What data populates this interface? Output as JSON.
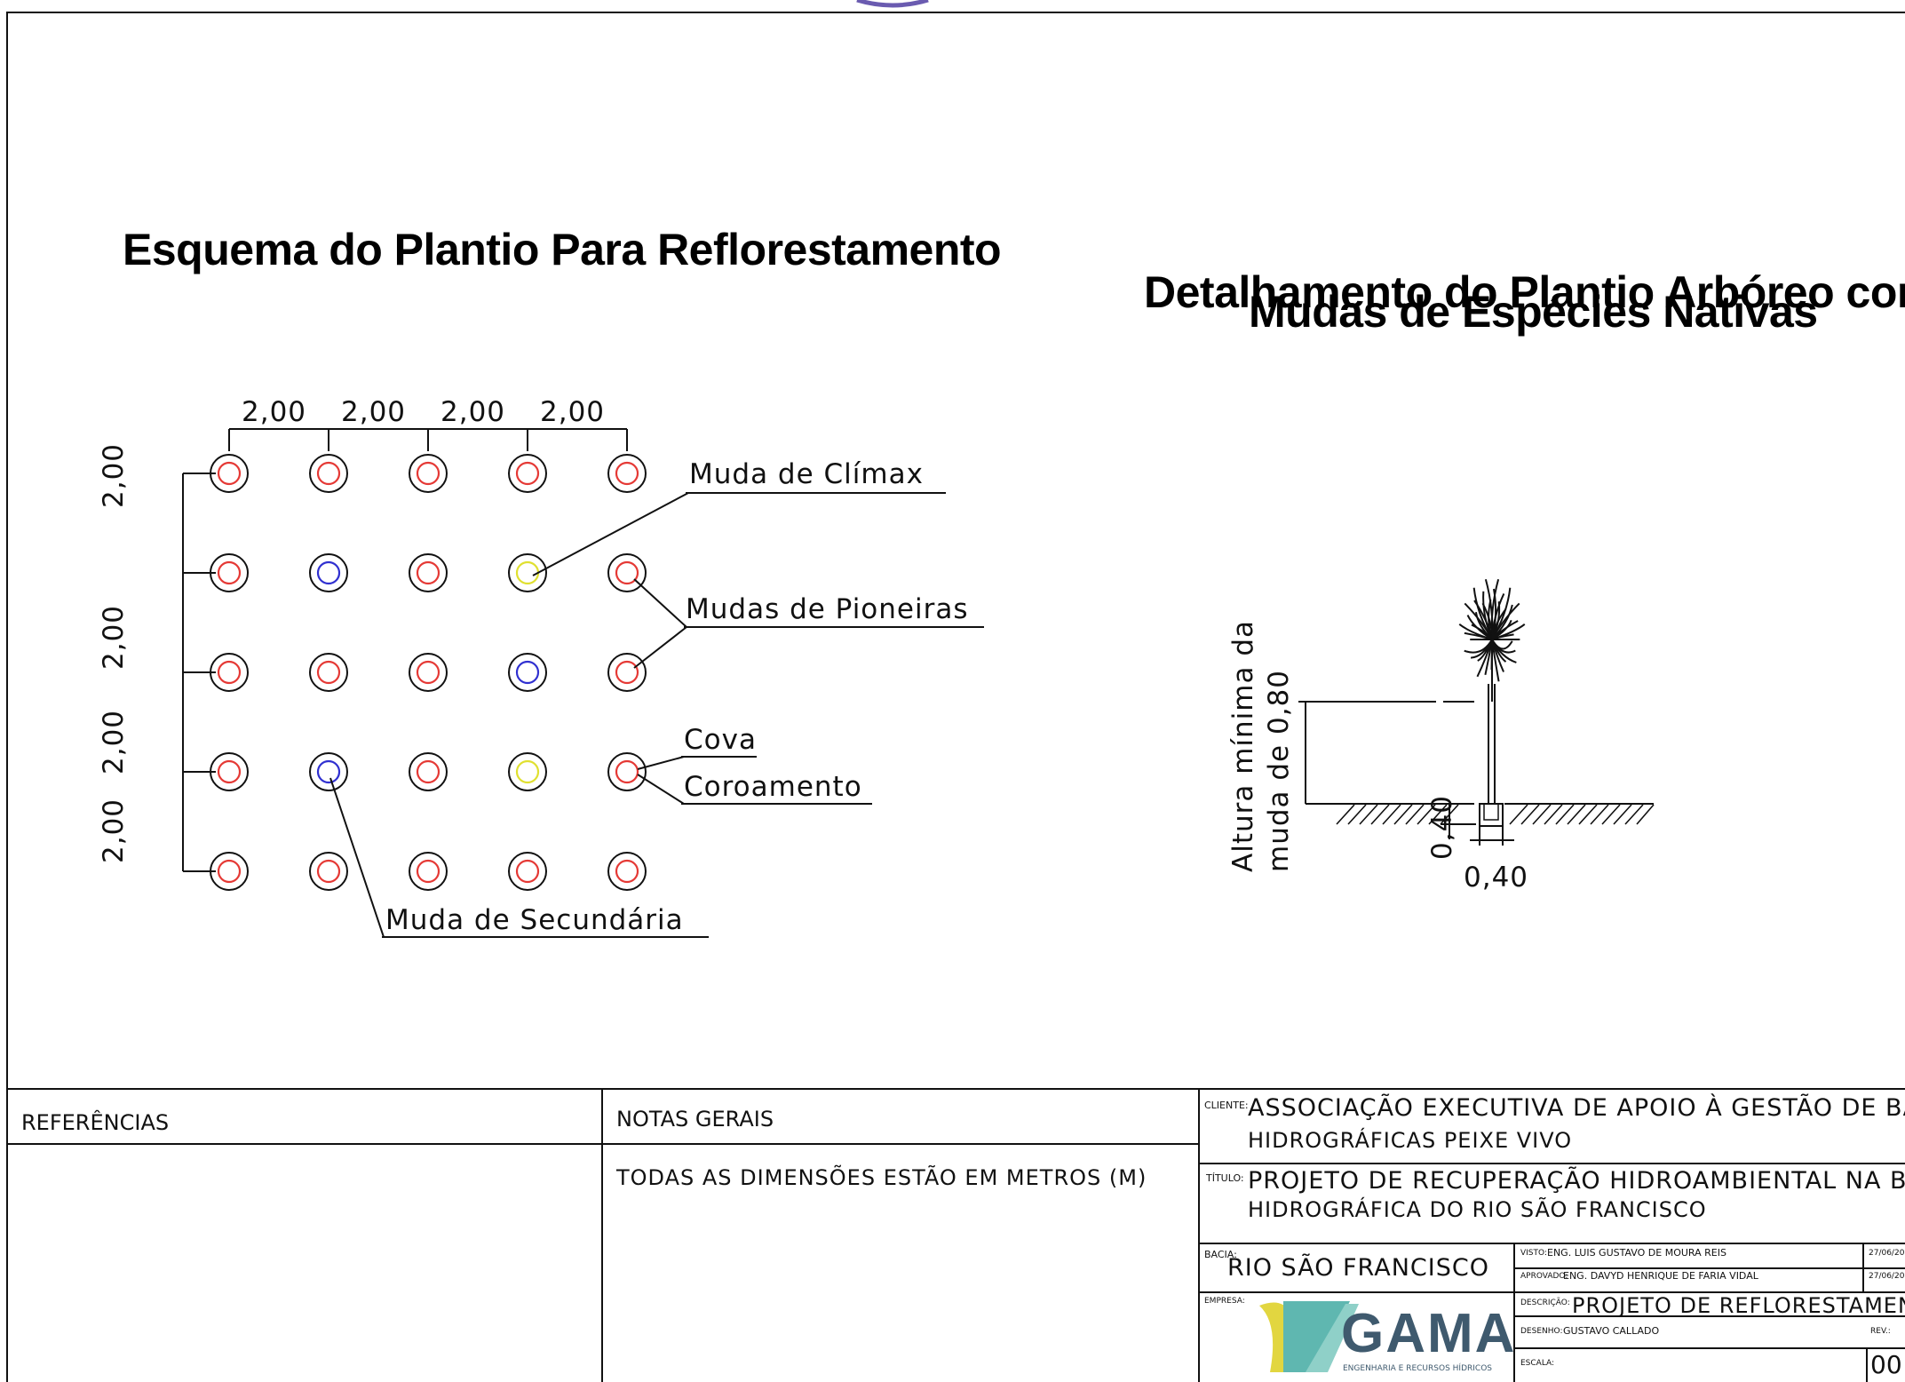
{
  "left_diagram": {
    "title": "Esquema do Plantio Para Reflorestamento",
    "horizontal_spacings": [
      "2,00",
      "2,00",
      "2,00",
      "2,00"
    ],
    "vertical_spacings": [
      "2,00",
      "2,00",
      "2,00",
      "2,00"
    ],
    "grid": [
      [
        "climax",
        "climax",
        "climax",
        "climax",
        "climax"
      ],
      [
        "climax",
        "secundaria",
        "climax",
        "pioneira",
        "climax"
      ],
      [
        "climax",
        "climax",
        "climax",
        "secundaria",
        "climax"
      ],
      [
        "climax",
        "secundaria",
        "climax",
        "pioneira",
        "climax"
      ],
      [
        "climax",
        "climax",
        "climax",
        "climax",
        "climax"
      ]
    ],
    "colors": {
      "climax": "#e53935",
      "secundaria": "#3030d0",
      "pioneira": "#e0e030",
      "outer_ring": "#111111"
    },
    "labels": {
      "climax": "Muda de Clímax",
      "pioneiras": "Mudas de Pioneiras",
      "cova": "Cova",
      "coroamento": "Coroamento",
      "secundaria": "Muda de Secundária"
    }
  },
  "right_diagram": {
    "title_line1": "Detalhamento do Plantio Arbóreo com",
    "title_line2": "Mudas de Espécies Nativas",
    "height_label_line1": "Altura mínima da",
    "height_label_line2": "muda de 0,80",
    "pit_depth": "0,40",
    "pit_width": "0,40"
  },
  "title_block": {
    "referencias_label": "REFERÊNCIAS",
    "notas_label": "NOTAS GERAIS",
    "notas_text": "TODAS AS DIMENSÕES ESTÃO EM METROS (M)",
    "cliente_label": "CLIENTE:",
    "cliente_line1": "ASSOCIAÇÃO EXECUTIVA DE APOIO À GESTÃO DE BACIAS",
    "cliente_line2": "HIDROGRÁFICAS PEIXE VIVO",
    "titulo_label": "TÍTULO:",
    "titulo_line1": "PROJETO DE RECUPERAÇÃO HIDROAMBIENTAL NA BACIA",
    "titulo_line2": "HIDROGRÁFICA DO RIO SÃO FRANCISCO",
    "bacia_label": "BACIA:",
    "bacia_value": "RIO SÃO FRANCISCO",
    "visto_label": "VISTO:",
    "visto_value": "ENG. LUIS GUSTAVO DE MOURA REIS",
    "visto_date": "27/06/20",
    "aprovado_label": "APROVADO:",
    "aprovado_value": "ENG. DAVYD HENRIQUE DE FARIA VIDAL",
    "aprovado_date": "27/06/20",
    "empresa_label": "EMPRESA:",
    "descricao_label": "DESCRIÇÃO:",
    "descricao_value": "PROJETO DE REFLORESTAMENTO",
    "desenho_label": "DESENHO:",
    "desenho_value": "GUSTAVO CALLADO",
    "rev_label": "REV.:",
    "rev_value": "00",
    "escala_label": "ESCALA:",
    "logo_name": "GAMA",
    "logo_subtitle": "ENGENHARIA E RECURSOS HÍDRICOS"
  }
}
